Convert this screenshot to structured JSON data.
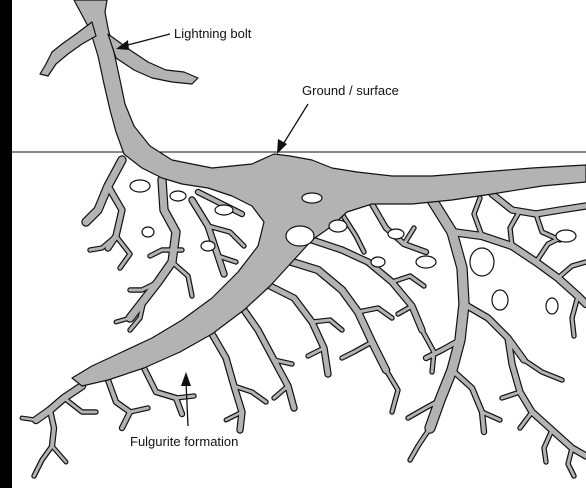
{
  "labels": {
    "lightning_bolt": "Lightning bolt",
    "ground_surface": "Ground / surface",
    "fulgurite_formation": "Fulgurite formation"
  },
  "colors": {
    "background": "#000000",
    "canvas": "#ffffff",
    "fulgurite_fill": "#b3b3b3",
    "outline": "#111111"
  }
}
